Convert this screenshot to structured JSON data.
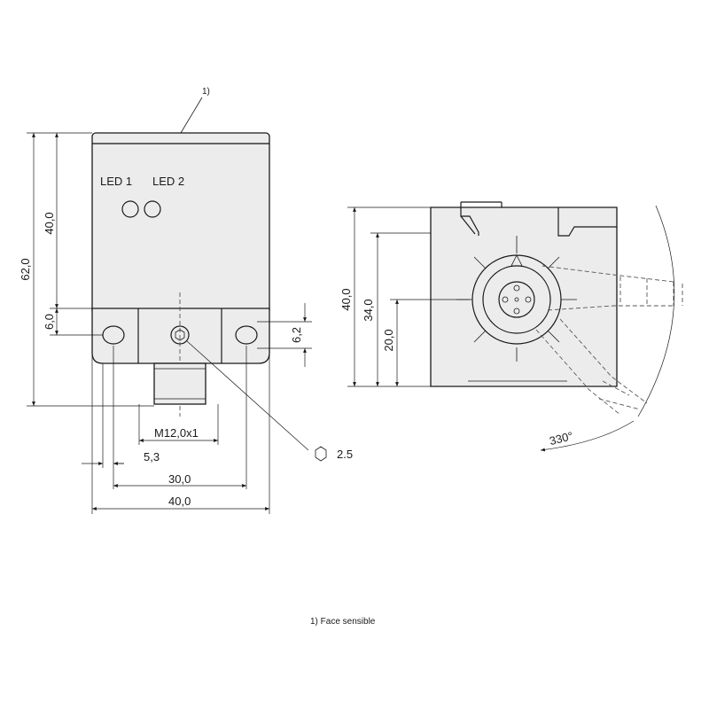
{
  "callout": "1)",
  "led1": "LED 1",
  "led2": "LED 2",
  "dims": {
    "h62": "62,0",
    "h40": "40,0",
    "h6": "6,0",
    "h62b": "6,2",
    "thread": "M12,0x1",
    "w53": "5,3",
    "w30": "30,0",
    "w40": "40,0",
    "hex": "2.5",
    "r40": "40,0",
    "r34": "34,0",
    "r20": "20,0",
    "angle": "330°"
  },
  "footnote": "1) Face sensible"
}
